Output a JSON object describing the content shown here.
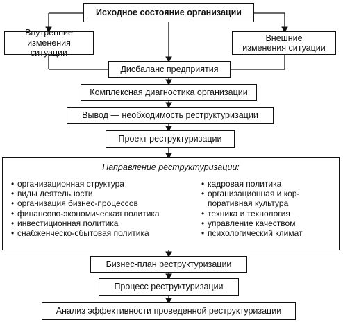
{
  "boxes": {
    "initial_state": "Исходное состояние организации",
    "internal_changes": [
      "Внутренние изменения",
      "ситуации"
    ],
    "external_changes": [
      "Внешние",
      "изменения ситуации"
    ],
    "imbalance": "Дисбаланс предприятия",
    "diagnostics": "Комплексная диагностика организации",
    "conclusion": "Вывод — необходимость реструктуризации",
    "project": "Проект реструктуризации",
    "business_plan": "Бизнес-план реструктуризации",
    "process": "Процесс реструктуризации",
    "analysis": "Анализ эффективности проведенной реструктуризации"
  },
  "directions": {
    "title": "Направление реструктуризации:",
    "left": [
      "организационная структура",
      "виды деятельности",
      "организация бизнес-процессов",
      "финансово-экономическая политика",
      "инвестиционная политика",
      "снабженческо-сбытовая политика"
    ],
    "right": [
      "кадровая политика",
      "организационная и кор-",
      "поративная культура",
      "техника и технология",
      "управление качеством",
      "психологический климат"
    ]
  }
}
